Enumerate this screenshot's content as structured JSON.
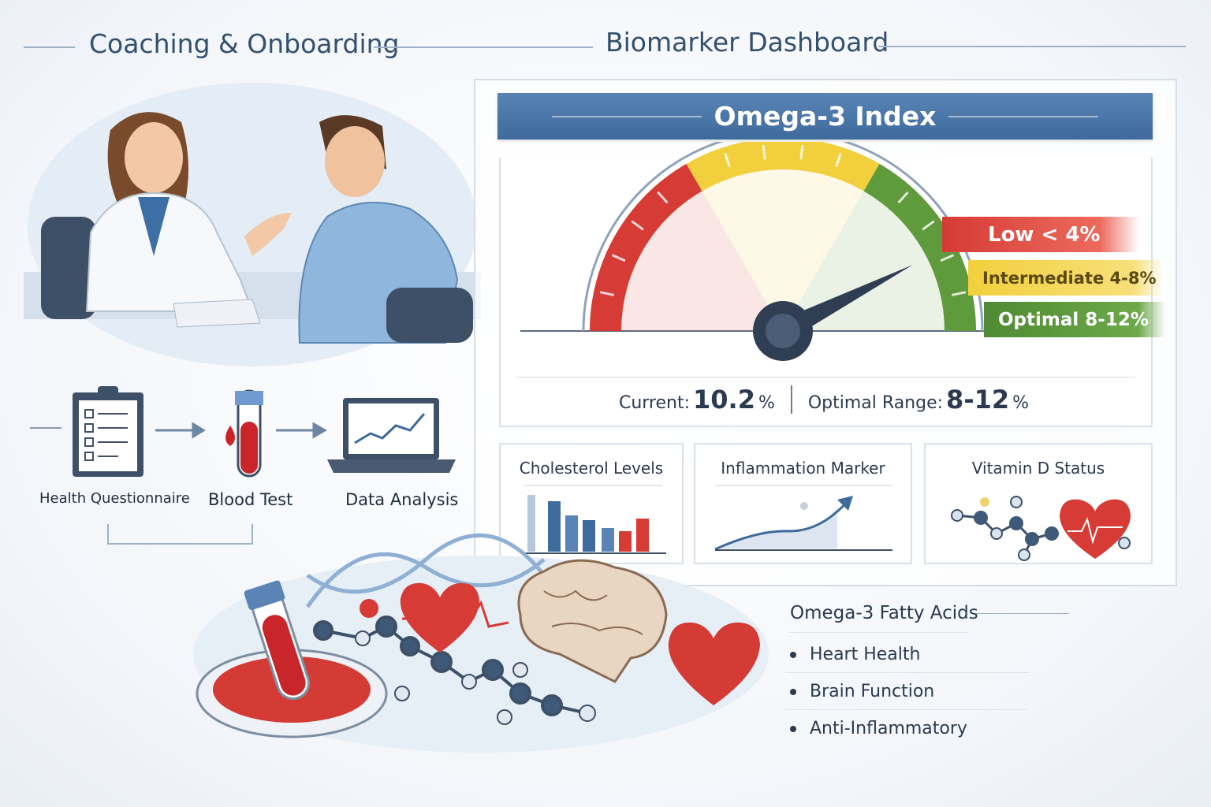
{
  "sections": {
    "coaching_title": "Coaching & Onboarding",
    "dashboard_title": "Biomarker Dashboard"
  },
  "process_steps": [
    {
      "label": "Health Questionnaire",
      "icon": "clipboard-checklist-icon"
    },
    {
      "label": "Blood Test",
      "icon": "blood-tube-icon"
    },
    {
      "label": "Data Analysis",
      "icon": "laptop-chart-icon"
    }
  ],
  "gauge": {
    "title": "Omega-3 Index",
    "value": 10.2,
    "min": 0,
    "max": 12,
    "zones": [
      {
        "label": "Low < 4%",
        "from": 0,
        "to": 4,
        "color": "#d63b35"
      },
      {
        "label": "Intermediate 4-8%",
        "from": 4,
        "to": 8,
        "color": "#f2cf3c"
      },
      {
        "label": "Optimal 8-12%",
        "from": 8,
        "to": 12,
        "color": "#5f9a3d"
      }
    ],
    "current_label": "Current:",
    "current_value": "10.2",
    "current_unit": "%",
    "range_label": "Optimal Range:",
    "range_value": "8-12",
    "range_unit": "%"
  },
  "mini_cards": [
    {
      "title": "Cholesterol Levels",
      "icon": "bar-chart-icon"
    },
    {
      "title": "Inflammation Marker",
      "icon": "trend-line-icon"
    },
    {
      "title": "Vitamin D Status",
      "icon": "molecule-heart-icon"
    }
  ],
  "benefits": {
    "title": "Omega-3 Fatty Acids",
    "items": [
      "Heart Health",
      "Brain Function",
      "Anti-Inflammatory"
    ]
  },
  "colors": {
    "accent": "#4a76a8",
    "red": "#d63b35",
    "yellow": "#f2cf3c",
    "green": "#5f9a3d"
  }
}
